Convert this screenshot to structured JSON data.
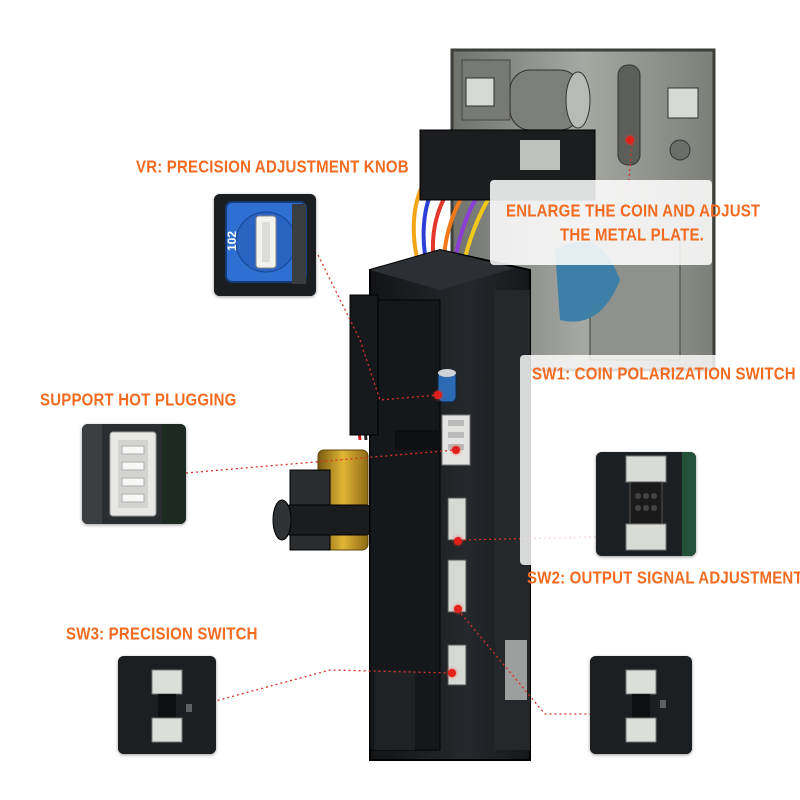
{
  "labels": {
    "vr": "VR: PRECISION ADJUSTMENT KNOB",
    "enlarge_line1": "ENLARGE THE COIN AND ADJUST",
    "enlarge_line2": "THE METAL PLATE.",
    "hot_plug": "SUPPORT HOT PLUGGING",
    "sw1": "SW1: COIN POLARIZATION SWITCH",
    "sw2": "SW2: OUTPUT SIGNAL ADJUSTMENT",
    "sw3": "SW3: PRECISION SWITCH"
  },
  "potentiometer_text": "102",
  "colors": {
    "label": "#f26b21",
    "leader": "#d8322a",
    "device_body": "#1c1f22",
    "metal_plate": "#8a8d88",
    "pot_blue": "#2f6fd1",
    "connector": "#e8e8e8"
  }
}
